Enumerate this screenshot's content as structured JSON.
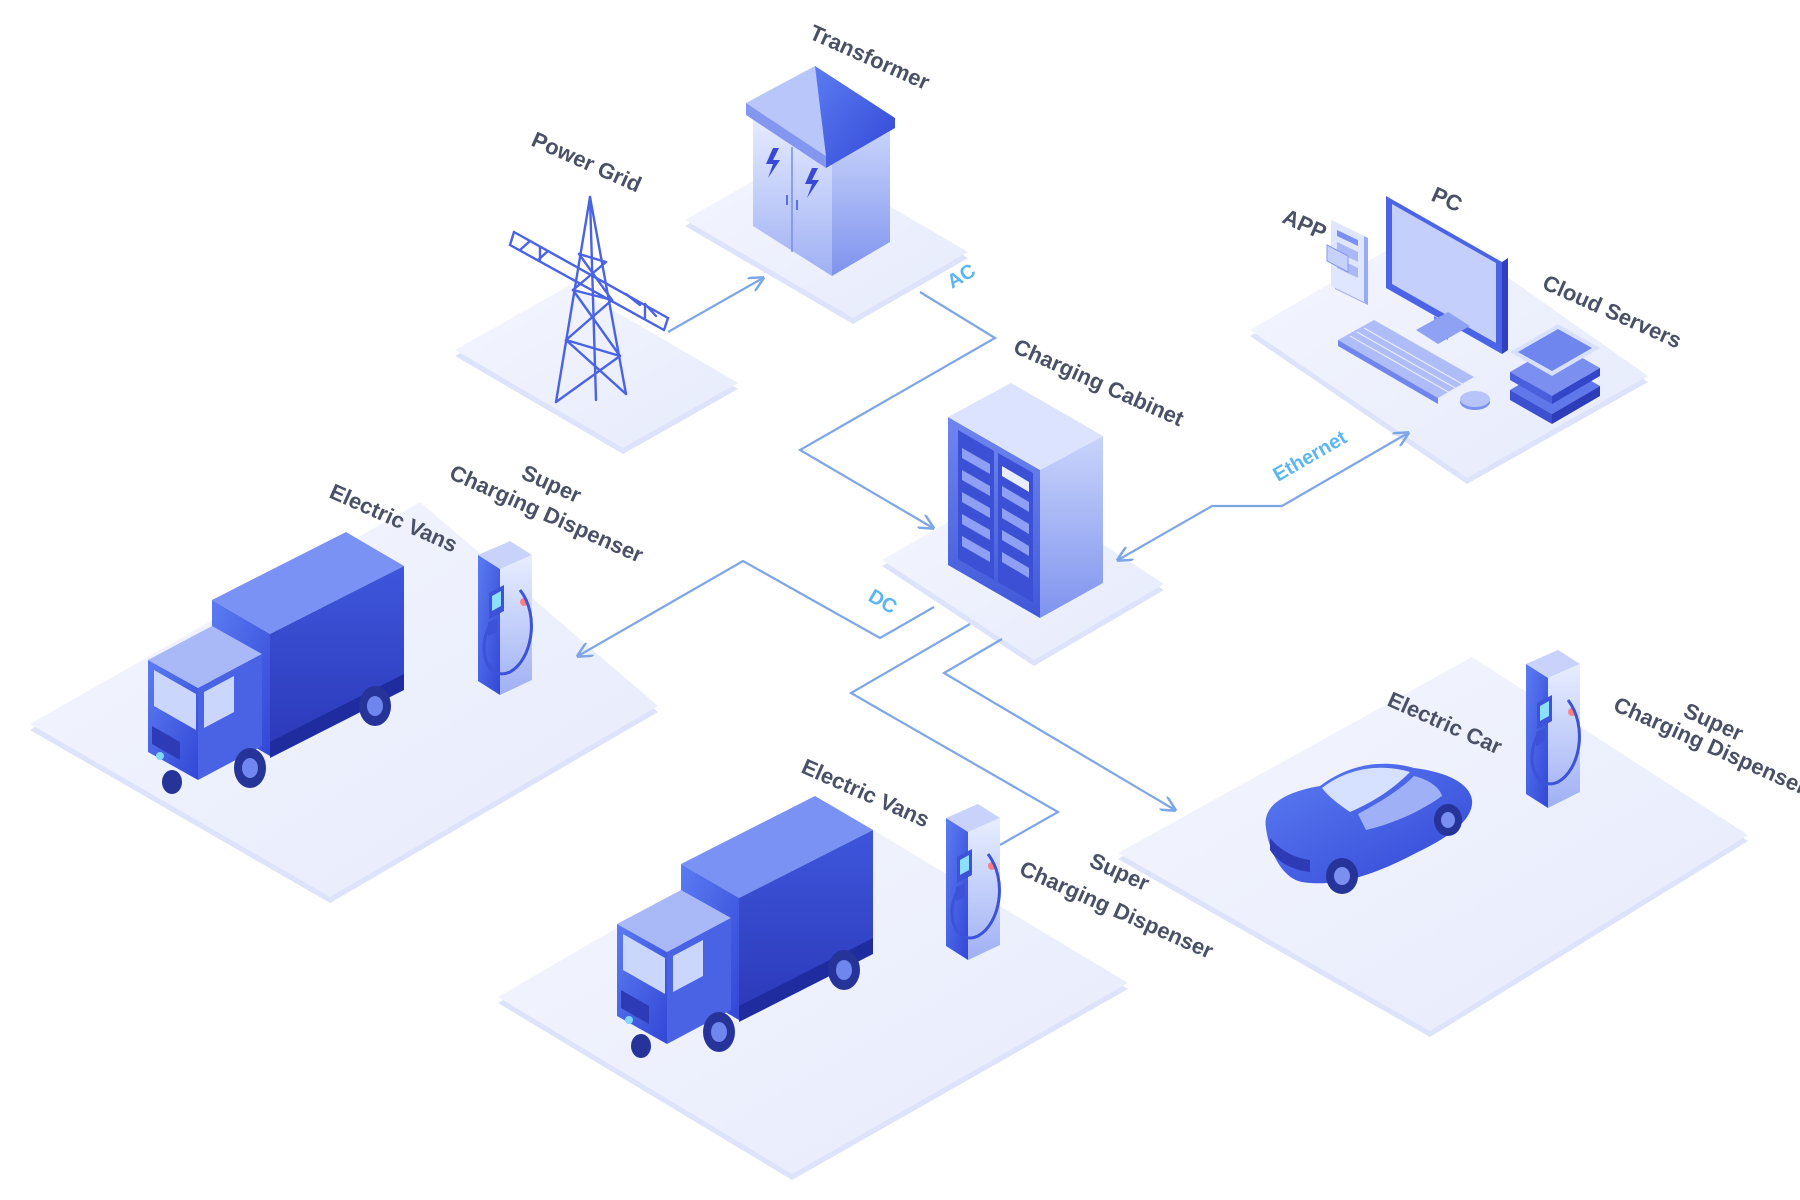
{
  "labels": {
    "power_grid": "Power Grid",
    "transformer": "Transformer",
    "charging_cabinet": "Charging Cabinet",
    "pc": "PC",
    "app": "APP",
    "cloud_servers": "Cloud Servers",
    "ac": "AC",
    "dc": "DC",
    "ethernet": "Ethernet",
    "dispenser_left_line1": "Super",
    "dispenser_left_line2": "Charging Dispenser",
    "vans_left": "Electric Vans",
    "dispenser_mid_line1": "Super",
    "dispenser_mid_line2": "Charging Dispenser",
    "vans_mid": "Electric Vans",
    "car": "Electric Car",
    "dispenser_right_line1": "Super",
    "dispenser_right_line2": "Charging Dispenser"
  },
  "colors": {
    "platform_top": "#eef1fd",
    "platform_edge": "#dde3fb",
    "wire": "#7ea6e6",
    "label_dark": "#4a5166",
    "label_blue": "#5cb6f2",
    "device_light": "#dfe7ff",
    "device_mid": "#8fa3f5",
    "device_dark": "#3d55df",
    "device_deep": "#2f3fc4"
  }
}
